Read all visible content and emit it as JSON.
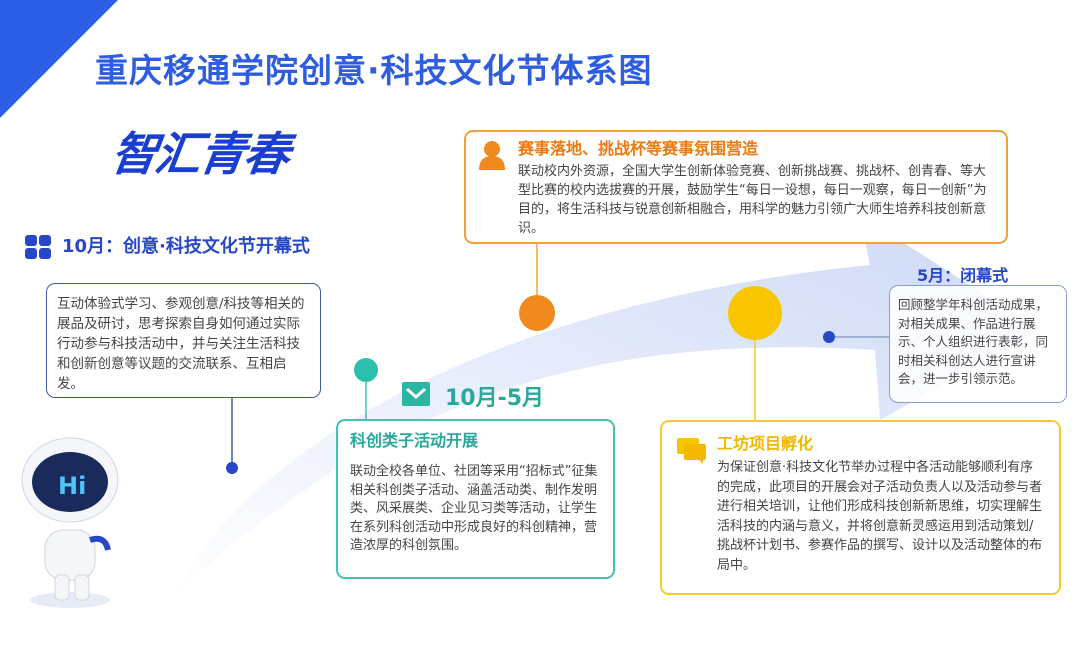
{
  "title": "重庆移通学院创意·科技文化节体系图",
  "logo_text": "智汇青春",
  "opening": {
    "heading": "10月：创意·科技文化节开幕式",
    "description": "互动体验式学习、参观创意/科技等相关的展品及研讨，思考探索自身如何通过实际行动参与科技活动中，并与关注生活科技和创新创意等议题的交流联系、互相启发。"
  },
  "competition": {
    "title": "赛事落地、挑战杯等赛事氛围营造",
    "description": "联动校内外资源，全国大学生创新体验竞赛、创新挑战赛、挑战杯、创青春、等大型比赛的校内选拔赛的开展，鼓励学生“每日一设想，每日一观察，每日一创新”为目的，将生活科技与锐意创新相融合，用科学的魅力引领广大师生培养科技创新意识。"
  },
  "period": {
    "label": "10月-5月",
    "title": "科创类子活动开展",
    "description": "联动全校各单位、社团等采用“招标式”征集相关科创类子活动、涵盖活动类、制作发明类、风采展类、企业见习类等活动，让学生在系列科创活动中形成良好的科创精神，营造浓厚的科创氛围。"
  },
  "workshop": {
    "title": "工坊项目孵化",
    "description": "为保证创意·科技文化节举办过程中各活动能够顺利有序的完成，此项目的开展会对子活动负责人以及活动参与者进行相关培训，让他们形成科技创新新思维，切实理解生活科技的内涵与意义，并将创意新灵感运用到活动策划/挑战杯计划书、参赛作品的撰写、设计以及活动整体的布局中。"
  },
  "closing": {
    "heading": "5月：闭幕式",
    "description": "回顾整学年科创活动成果，对相关成果、作品进行展示、个人组织进行表彰，同时相关科创达人进行宣讲会，进一步引领示范。"
  },
  "robot_text": "Hi",
  "colors": {
    "blue": "#2f5de0",
    "orange": "#f08a1c",
    "teal": "#2bb5a5",
    "yellow": "#f5c400",
    "navy": "#3c5aa5"
  }
}
